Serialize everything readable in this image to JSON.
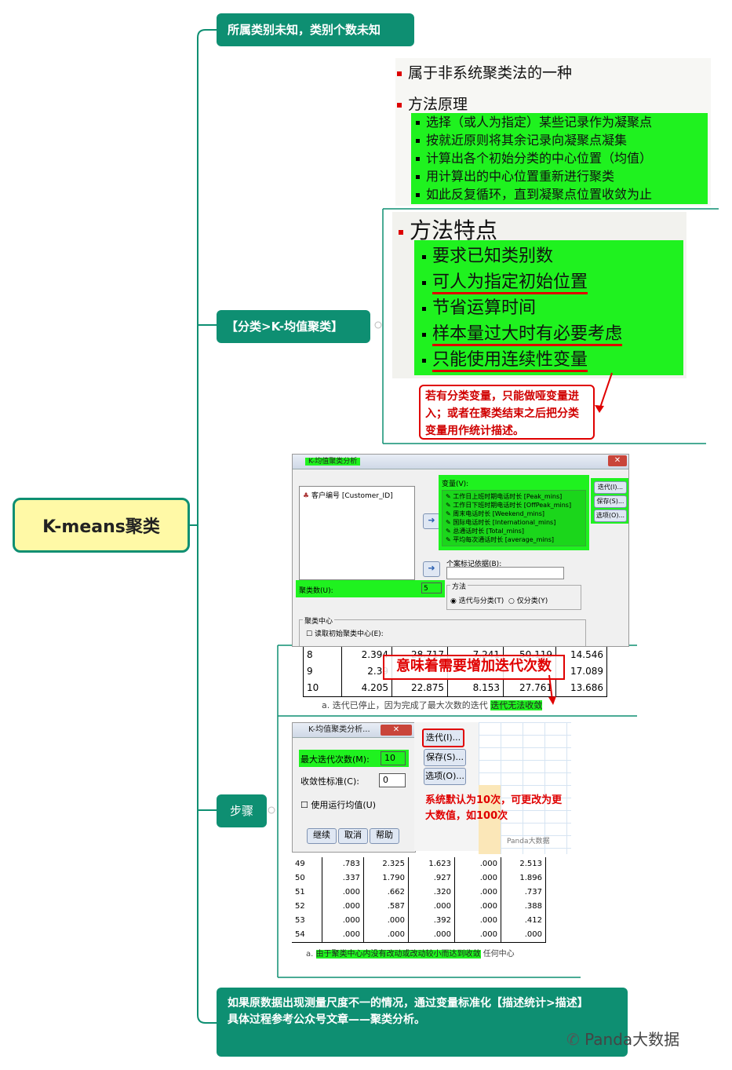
{
  "root": {
    "label": "K-means聚类"
  },
  "branch1": {
    "label": "所属类别未知，类别个数未知"
  },
  "branch2": {
    "label": "【分类>K-均值聚类】",
    "panel_top": {
      "item1": "属于非系统聚类法的一种",
      "item2": "方法原理",
      "steps": [
        "选择（或人为指定）某些记录作为凝聚点",
        "按就近原则将其余记录向凝聚点凝集",
        "计算出各个初始分类的中心位置（均值）",
        "用计算出的中心位置重新进行聚类",
        "如此反复循环，直到凝聚点位置收敛为止"
      ]
    },
    "panel_features": {
      "title": "方法特点",
      "items": [
        "要求已知类别数",
        "可人为指定初始位置",
        "节省运算时间",
        "样本量过大时有必要考虑",
        "只能使用连续性变量"
      ],
      "callout": "若有分类变量，只能做哑变量进入；或者在聚类结束之后把分类变量用作统计描述。"
    },
    "dialog": {
      "title": "K-均值聚类分析",
      "case_var": "客户编号 [Customer_ID]",
      "variables_label": "变量(V):",
      "variables": [
        "工作日上班时期电话时长 [Peak_mins]",
        "工作日下班时期电话时长 [OffPeak_mins]",
        "周末电话时长 [Weekend_mins]",
        "国际电话时长 [International_mins]",
        "总通话时长 [Total_mins]",
        "平均每次通话时长 [average_mins]"
      ],
      "buttons": [
        "迭代(I)...",
        "保存(S)...",
        "选项(O)..."
      ],
      "case_label": "个案标记依据(B):",
      "cluster_label": "聚类数(U):",
      "cluster_value": "5",
      "method_label": "方法",
      "method_opt1": "迭代与分类(T)",
      "method_opt2": "仅分类(Y)",
      "centers_label": "聚类中心",
      "centers_opt": "读取初始聚类中心(E):"
    },
    "table_top": {
      "rows": [
        [
          "8",
          "2.394",
          "28.717",
          "7.241",
          "50.119",
          "14.546"
        ],
        [
          "9",
          "2.39",
          "",
          "",
          "",
          "17.089"
        ],
        [
          "10",
          "4.205",
          "22.875",
          "8.153",
          "27.761",
          "13.686"
        ]
      ],
      "overlay": "意味着需要增加迭代次数",
      "note_a": "a.",
      "note_text": "迭代已停止，因为完成了最大次数的迭代",
      "note_highlight": "迭代无法收敛"
    }
  },
  "branch3": {
    "label": "步骤",
    "iter_dialog": {
      "title": "K-均值聚类分析...",
      "max_iter_label": "最大迭代次数(M):",
      "max_iter_value": "10",
      "conv_label": "收敛性标准(C):",
      "conv_value": "0",
      "running_label": "使用运行均值(U)",
      "btn_continue": "继续",
      "btn_cancel": "取消",
      "btn_help": "帮助"
    },
    "side_buttons": [
      "迭代(I)...",
      "保存(S)...",
      "选项(O)..."
    ],
    "note": "系统默认为10次，可更改为更大数值，如100次",
    "watermark_small": "Panda大数据",
    "table_bottom": {
      "rows": [
        [
          "49",
          ".783",
          "2.325",
          "1.623",
          ".000",
          "2.513"
        ],
        [
          "50",
          ".337",
          "1.790",
          ".927",
          ".000",
          "1.896"
        ],
        [
          "51",
          ".000",
          ".662",
          ".320",
          ".000",
          ".737"
        ],
        [
          "52",
          ".000",
          ".587",
          ".000",
          ".000",
          ".388"
        ],
        [
          "53",
          ".000",
          ".000",
          ".392",
          ".000",
          ".412"
        ],
        [
          "54",
          ".000",
          ".000",
          ".000",
          ".000",
          ".000"
        ]
      ],
      "note_a": "a.",
      "note_highlight": "由于聚类中心内没有改动或改动较小而达到收敛",
      "note_tail": "任何中心"
    }
  },
  "branch4": {
    "line1": "如果原数据出现测量尺度不一的情况，通过变量标准化【描述统计>描述】",
    "line2": "具体过程参考公众号文章——聚类分析。"
  },
  "watermark": "Panda大数据",
  "colors": {
    "node": "#0e8f72",
    "root_fill": "#fff9a6",
    "highlight": "#1ff21f",
    "accent_red": "#e00000"
  }
}
